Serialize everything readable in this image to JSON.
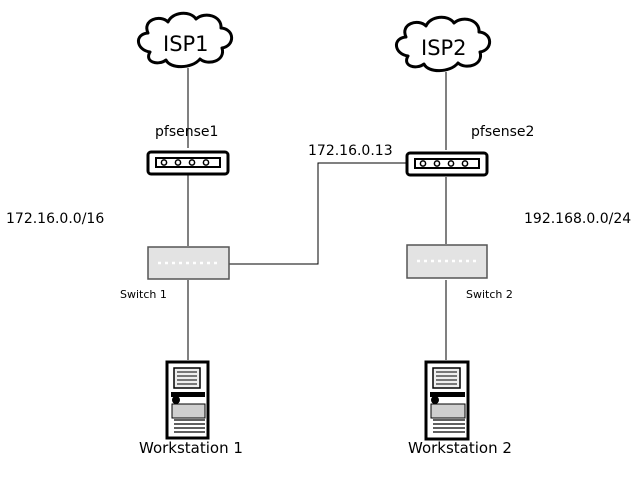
{
  "clouds": [
    {
      "label": "ISP1"
    },
    {
      "label": "ISP2"
    }
  ],
  "routers": [
    {
      "label": "pfsense1"
    },
    {
      "label": "pfsense2"
    }
  ],
  "switches": [
    {
      "label": "Switch 1"
    },
    {
      "label": "Switch 2"
    }
  ],
  "workstations": [
    {
      "label": "Workstation 1"
    },
    {
      "label": "Workstation 2"
    }
  ],
  "networks": {
    "left_subnet": "172.16.0.0/16",
    "right_subnet": "192.168.0.0/24",
    "link_ip": "172.16.0.13"
  },
  "colors": {
    "line": "#000000",
    "switch_fill": "#e3e3e3",
    "router_fill": "#ffffff",
    "workstation_panel": "#cfcfcf"
  }
}
